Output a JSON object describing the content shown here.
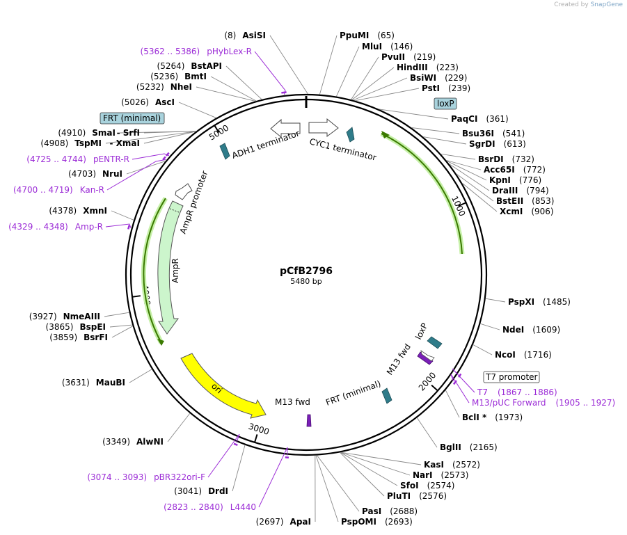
{
  "credit": {
    "prefix": "Created by",
    "brand": "SnapGene"
  },
  "plasmid": {
    "name": "pCfB2796",
    "size": "5480 bp",
    "length": 5480
  },
  "ticks": [
    {
      "pos": 1000,
      "label": "1000"
    },
    {
      "pos": 2000,
      "label": "2000"
    },
    {
      "pos": 3000,
      "label": "3000"
    },
    {
      "pos": 4000,
      "label": "4000"
    },
    {
      "pos": 5000,
      "label": "5000"
    }
  ],
  "enzymes": [
    {
      "name": "AsiSI",
      "pos": "(8)",
      "bp": 8,
      "side": "left"
    },
    {
      "name": "PpuMI",
      "pos": "(65)",
      "bp": 65,
      "side": "right"
    },
    {
      "name": "MluI",
      "pos": "(146)",
      "bp": 146,
      "side": "right"
    },
    {
      "name": "PvuII",
      "pos": "(219)",
      "bp": 219,
      "side": "right"
    },
    {
      "name": "HindIII",
      "pos": "(223)",
      "bp": 223,
      "side": "right"
    },
    {
      "name": "BsiWI",
      "pos": "(229)",
      "bp": 229,
      "side": "right"
    },
    {
      "name": "PstI",
      "pos": "(239)",
      "bp": 239,
      "side": "right"
    },
    {
      "name": "PaqCI",
      "pos": "(361)",
      "bp": 361,
      "side": "right"
    },
    {
      "name": "Bsu36I",
      "pos": "(541)",
      "bp": 541,
      "side": "right"
    },
    {
      "name": "SgrDI",
      "pos": "(613)",
      "bp": 613,
      "side": "right"
    },
    {
      "name": "BsrDI",
      "pos": "(732)",
      "bp": 732,
      "side": "right"
    },
    {
      "name": "Acc65I",
      "pos": "(772)",
      "bp": 772,
      "side": "right"
    },
    {
      "name": "KpnI",
      "pos": "(776)",
      "bp": 776,
      "side": "right"
    },
    {
      "name": "DraIII",
      "pos": "(794)",
      "bp": 794,
      "side": "right"
    },
    {
      "name": "BstEII",
      "pos": "(853)",
      "bp": 853,
      "side": "right"
    },
    {
      "name": "XcmI",
      "pos": "(906)",
      "bp": 906,
      "side": "right"
    },
    {
      "name": "PspXI",
      "pos": "(1485)",
      "bp": 1485,
      "side": "right"
    },
    {
      "name": "NdeI",
      "pos": "(1609)",
      "bp": 1609,
      "side": "right"
    },
    {
      "name": "NcoI",
      "pos": "(1716)",
      "bp": 1716,
      "side": "right"
    },
    {
      "name": "BclI *",
      "pos": "(1973)",
      "bp": 1973,
      "side": "right"
    },
    {
      "name": "BglII",
      "pos": "(2165)",
      "bp": 2165,
      "side": "right"
    },
    {
      "name": "KasI",
      "pos": "(2572)",
      "bp": 2572,
      "side": "right"
    },
    {
      "name": "NarI",
      "pos": "(2573)",
      "bp": 2573,
      "side": "right"
    },
    {
      "name": "SfoI",
      "pos": "(2574)",
      "bp": 2574,
      "side": "right"
    },
    {
      "name": "PluTI",
      "pos": "(2576)",
      "bp": 2576,
      "side": "right"
    },
    {
      "name": "PasI",
      "pos": "(2688)",
      "bp": 2688,
      "side": "right"
    },
    {
      "name": "PspOMI",
      "pos": "(2693)",
      "bp": 2693,
      "side": "right"
    },
    {
      "name": "ApaI",
      "pos": "(2697)",
      "bp": 2697,
      "side": "left"
    },
    {
      "name": "DrdI",
      "pos": "(3041)",
      "bp": 3041,
      "side": "left"
    },
    {
      "name": "AlwNI",
      "pos": "(3349)",
      "bp": 3349,
      "side": "left"
    },
    {
      "name": "MauBI",
      "pos": "(3631)",
      "bp": 3631,
      "side": "left"
    },
    {
      "name": "BsrFI",
      "pos": "(3859)",
      "bp": 3859,
      "side": "left"
    },
    {
      "name": "BspEI",
      "pos": "(3865)",
      "bp": 3865,
      "side": "left"
    },
    {
      "name": "NmeAIII",
      "pos": "(3927)",
      "bp": 3927,
      "side": "left"
    },
    {
      "name": "XmnI",
      "pos": "(4378)",
      "bp": 4378,
      "side": "left"
    },
    {
      "name": "NruI",
      "pos": "(4703)",
      "bp": 4703,
      "side": "left"
    },
    {
      "name": "TspMI",
      "pos": "(4908)",
      "bp": 4908,
      "side": "left"
    },
    {
      "name": "- XmaI",
      "pos": "",
      "bp": 4908,
      "side": "left"
    },
    {
      "name": "SmaI",
      "pos": "(4910)",
      "bp": 4910,
      "side": "left"
    },
    {
      "name": "- SrfI",
      "pos": "",
      "bp": 4910,
      "side": "left"
    },
    {
      "name": "AscI",
      "pos": "(5026)",
      "bp": 5026,
      "side": "left"
    },
    {
      "name": "NheI",
      "pos": "(5232)",
      "bp": 5232,
      "side": "left"
    },
    {
      "name": "BmtI",
      "pos": "(5236)",
      "bp": 5236,
      "side": "left"
    },
    {
      "name": "BstAPI",
      "pos": "(5264)",
      "bp": 5264,
      "side": "left"
    }
  ],
  "primers": [
    {
      "name": "pHybLex-R",
      "range": "(5362 .. 5386)",
      "start": 5362,
      "end": 5386
    },
    {
      "name": "pENTR-R",
      "range": "(4725 .. 4744)",
      "start": 4725,
      "end": 4744
    },
    {
      "name": "Kan-R",
      "range": "(4700 .. 4719)",
      "start": 4700,
      "end": 4719
    },
    {
      "name": "Amp-R",
      "range": "(4329 .. 4348)",
      "start": 4329,
      "end": 4348
    },
    {
      "name": "T7",
      "range": "(1867 .. 1886)",
      "start": 1867,
      "end": 1886
    },
    {
      "name": "M13/pUC Forward",
      "range": "(1905 .. 1927)",
      "start": 1905,
      "end": 1927
    },
    {
      "name": "pBR322ori-F",
      "range": "(3074 .. 3093)",
      "start": 3074,
      "end": 3093
    },
    {
      "name": "L4440",
      "range": "(2823 .. 2840)",
      "start": 2823,
      "end": 2840
    }
  ],
  "boxed_labels": [
    {
      "name": "loxP"
    },
    {
      "name": "FRT (minimal)"
    },
    {
      "name": "T7 promoter"
    }
  ],
  "features": [
    {
      "name": "ADH1 terminator"
    },
    {
      "name": "CYC1 terminator"
    },
    {
      "name": "AmpR promoter"
    },
    {
      "name": "AmpR"
    },
    {
      "name": "ori"
    },
    {
      "name": "M13 fwd"
    },
    {
      "name": "FRT (minimal)"
    },
    {
      "name": "M13 fwd"
    },
    {
      "name": "loxP"
    }
  ],
  "colors": {
    "primer": "#9b2bd6",
    "ampr": "#ccf5cc",
    "ori": "#ffff00",
    "site": "#2f7c8a",
    "orf": "#3a7a00",
    "box": "#a9d3dd"
  }
}
